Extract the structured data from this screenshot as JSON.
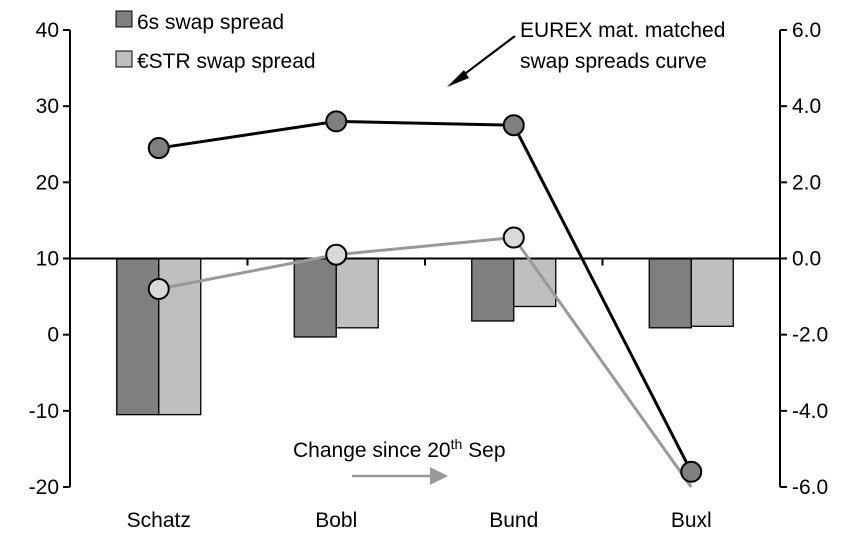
{
  "chart_data": {
    "type": "bar",
    "categories": [
      "Schatz",
      "Bobl",
      "Bund",
      "Buxl"
    ],
    "series": [
      {
        "name": "6s swap spread",
        "kind": "bar",
        "axis": "left",
        "color": "#7f7f7f",
        "values": [
          -10.5,
          -0.3,
          1.8,
          0.9
        ]
      },
      {
        "name": "€STR swap spread",
        "kind": "bar",
        "axis": "left",
        "color": "#bfbfbf",
        "values": [
          -10.5,
          0.9,
          3.7,
          1.1
        ]
      },
      {
        "name": "6s swap spread",
        "kind": "line",
        "axis": "right",
        "color": "#000000",
        "marker_color": "#7f7f7f",
        "values": [
          2.9,
          3.6,
          3.5,
          -5.6
        ]
      },
      {
        "name": "€STR swap spread",
        "kind": "line",
        "axis": "right",
        "color": "#999999",
        "marker_color": "#d9d9d9",
        "values": [
          -0.8,
          0.1,
          0.55,
          -6.0
        ]
      }
    ],
    "left_axis": {
      "ylim": [
        -20,
        40
      ],
      "ticks": [
        "40",
        "30",
        "20",
        "10",
        "0",
        "-10",
        "-20"
      ]
    },
    "right_axis": {
      "ylim": [
        -6.0,
        6.0
      ],
      "ticks": [
        "6.0",
        "4.0",
        "2.0",
        "0.0",
        "-2.0",
        "-4.0",
        "-6.0"
      ]
    },
    "legend": {
      "placement": "top-left",
      "entries": [
        "6s swap spread",
        "€STR swap spread"
      ]
    },
    "annotations": {
      "curve_label_line1": "EUREX mat. matched",
      "curve_label_line2": "swap spreads curve",
      "change_prefix": "Change since 20",
      "change_sup": "th",
      "change_suffix": " Sep"
    },
    "grid": false
  }
}
